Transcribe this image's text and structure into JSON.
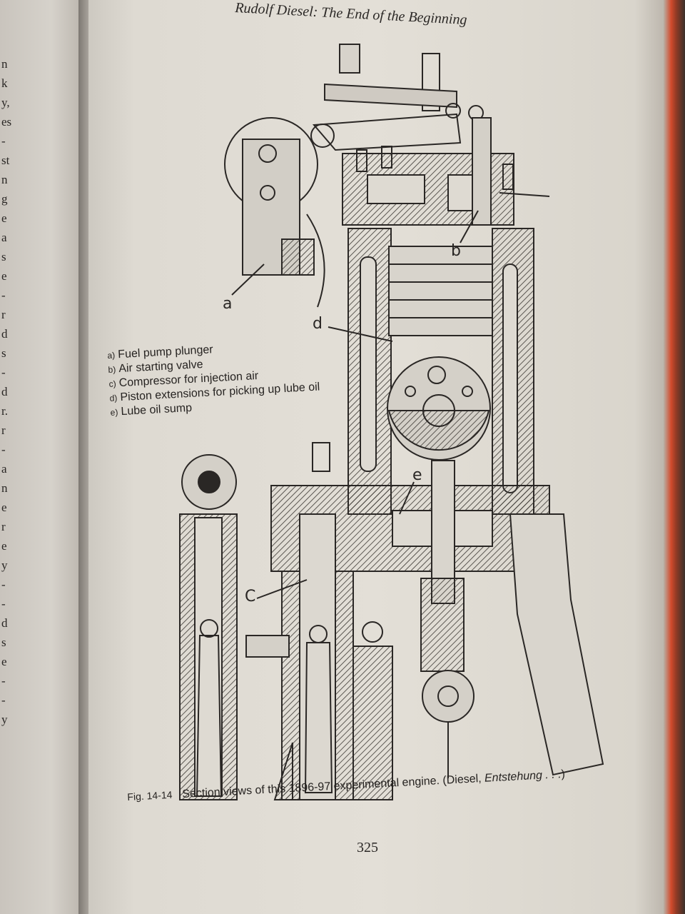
{
  "left_page_fragments": [
    "n",
    "k",
    "y,",
    "es",
    "-",
    "st",
    "n",
    "g",
    "e",
    "a",
    "s",
    "e",
    "-",
    "r",
    "d",
    "s",
    "-",
    "d",
    "r.",
    "r",
    "-",
    "a",
    "n",
    "e",
    "r",
    "e",
    "y",
    "-",
    "-",
    "d",
    "s",
    "e",
    "-",
    "-",
    "y"
  ],
  "running_head": "Rudolf Diesel: The End of the Beginning",
  "figure": {
    "callouts": {
      "a": "a",
      "b": "b",
      "c": "C",
      "d": "d",
      "e": "e"
    },
    "legend": [
      {
        "key": "a)",
        "text": "Fuel pump plunger"
      },
      {
        "key": "b)",
        "text": "Air starting valve"
      },
      {
        "key": "c)",
        "text": "Compressor for injection air"
      },
      {
        "key": "d)",
        "text": "Piston extensions for picking up lube oil"
      },
      {
        "key": "e)",
        "text": "Lube oil sump"
      }
    ],
    "caption": {
      "label": "Fig. 14-14",
      "text": "Section views of this 1896-97 experimental engine. (Diesel, ",
      "source_italic": "Entstehung . . .",
      "close": ")"
    }
  },
  "page_number": "325",
  "colors": {
    "paper": "#e0dcd4",
    "ink": "#2a2725",
    "spine_edge": "#d24a2c"
  }
}
